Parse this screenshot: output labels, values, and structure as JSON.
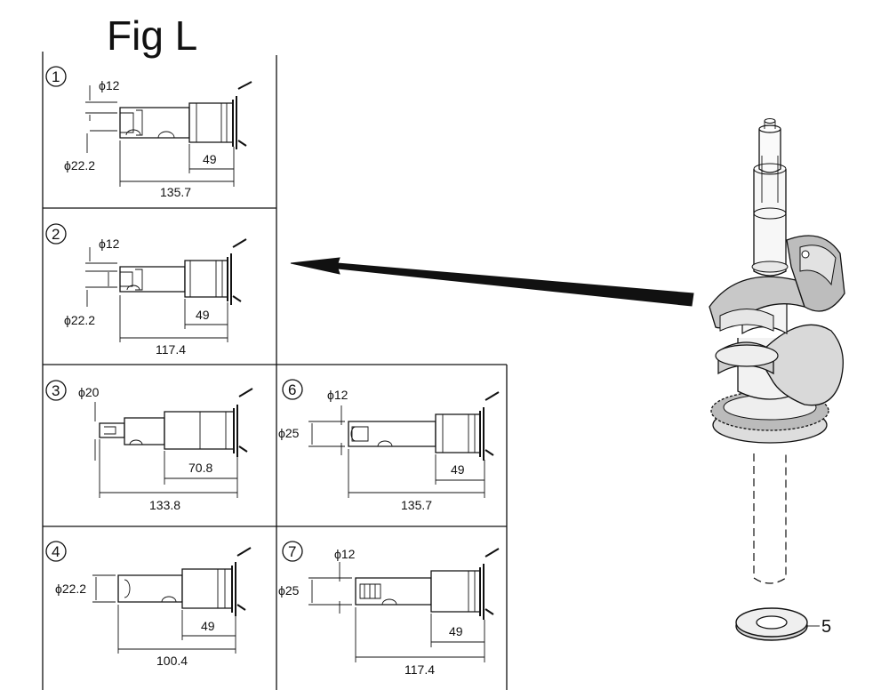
{
  "figure": {
    "title": "Fig L"
  },
  "variants": [
    {
      "id": "1",
      "d_small": "ϕ12",
      "d_large": "ϕ22.2",
      "len_a": "49",
      "len_total": "135.7"
    },
    {
      "id": "2",
      "d_small": "ϕ12",
      "d_large": "ϕ22.2",
      "len_a": "49",
      "len_total": "117.4"
    },
    {
      "id": "3",
      "d_small": "ϕ20",
      "len_a": "70.8",
      "len_total": "133.8"
    },
    {
      "id": "4",
      "d_large": "ϕ22.2",
      "len_a": "49",
      "len_total": "100.4"
    },
    {
      "id": "6",
      "d_small": "ϕ12",
      "d_large": "ϕ25",
      "len_a": "49",
      "len_total": "135.7"
    },
    {
      "id": "7",
      "d_small": "ϕ12",
      "d_large": "ϕ25",
      "len_a": "49",
      "len_total": "117.4"
    }
  ],
  "crankshaft": {
    "callout": "5"
  },
  "icons": {
    "arrow": "arrow-left-icon",
    "crankshaft": "crankshaft-icon",
    "washer": "washer-icon"
  }
}
